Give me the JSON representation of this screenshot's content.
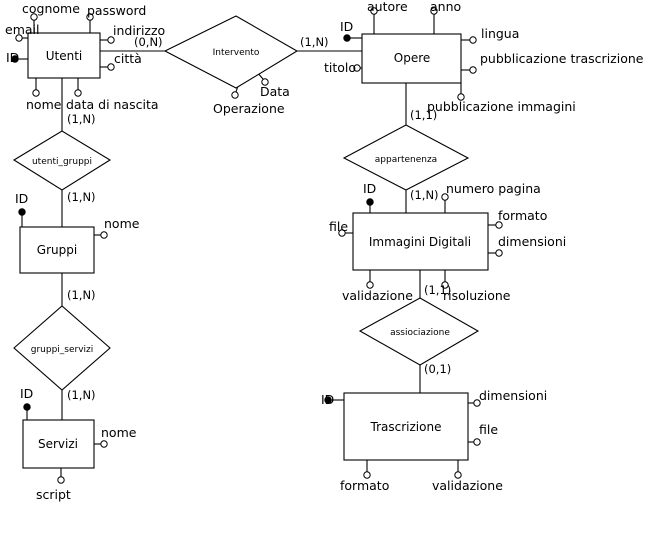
{
  "entities": {
    "utenti": "Utenti",
    "opere": "Opere",
    "gruppi": "Gruppi",
    "servizi": "Servizi",
    "immagini": "Immagini Digitali",
    "trascrizione": "Trascrizione"
  },
  "relations": {
    "intervento": "Intervento",
    "utenti_gruppi": "utenti_gruppi",
    "gruppi_servizi": "gruppi_servizi",
    "appartenenza": "appartenenza",
    "associazione": "assiociazione"
  },
  "attributes": {
    "utenti": {
      "cognome": "cognome",
      "password": "password",
      "email": "email",
      "id": "ID",
      "indirizzo": "indirizzo",
      "citta": "città",
      "nome": "nome",
      "data_nascita": "data di nascita"
    },
    "intervento": {
      "data": "Data",
      "operazione": "Operazione"
    },
    "opere": {
      "autore": "autore",
      "anno": "anno",
      "id": "ID",
      "lingua": "lingua",
      "titolo": "titolo",
      "pub_trascrizione": "pubblicazione trascrizione",
      "pub_immagini": "pubblicazione immagini"
    },
    "gruppi": {
      "id": "ID",
      "nome": "nome"
    },
    "servizi": {
      "id": "ID",
      "nome": "nome",
      "script": "script"
    },
    "immagini": {
      "id": "ID",
      "numero_pagina": "numero pagina",
      "file": "file",
      "formato": "formato",
      "dimensioni": "dimensioni",
      "validazione": "validazione",
      "risoluzione": "risoluzione"
    },
    "trascrizione": {
      "id": "ID",
      "dimensioni": "dimensioni",
      "file": "file",
      "formato": "formato",
      "validazione": "validazione"
    }
  },
  "cardinalities": {
    "utenti_intervento": "(0,N)",
    "opere_intervento": "(1,N)",
    "utenti_ug": "(1,N)",
    "gruppi_ug": "(1,N)",
    "gruppi_gs": "(1,N)",
    "servizi_gs": "(1,N)",
    "opere_app": "(1,1)",
    "immagini_app": "(1,N)",
    "immagini_ass": "(1,1)",
    "trascrizione_ass": "(0,1)"
  }
}
